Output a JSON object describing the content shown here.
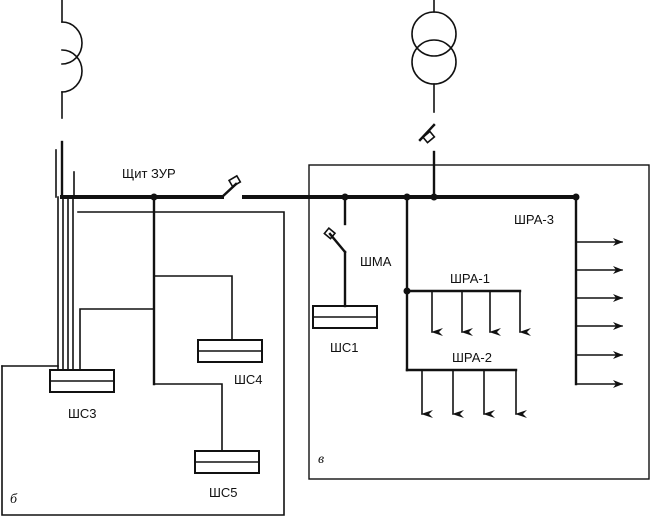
{
  "labels": {
    "panel": "Щит ЗУР",
    "shra3": "ШРА-3",
    "shma": "ШМА",
    "shra1": "ШРА-1",
    "shra2": "ШРА-2",
    "shs1": "ШС1",
    "shs3": "ШС3",
    "shs4": "ШС4",
    "shs5": "ШС5",
    "zone_b": "б",
    "zone_v": "в"
  }
}
